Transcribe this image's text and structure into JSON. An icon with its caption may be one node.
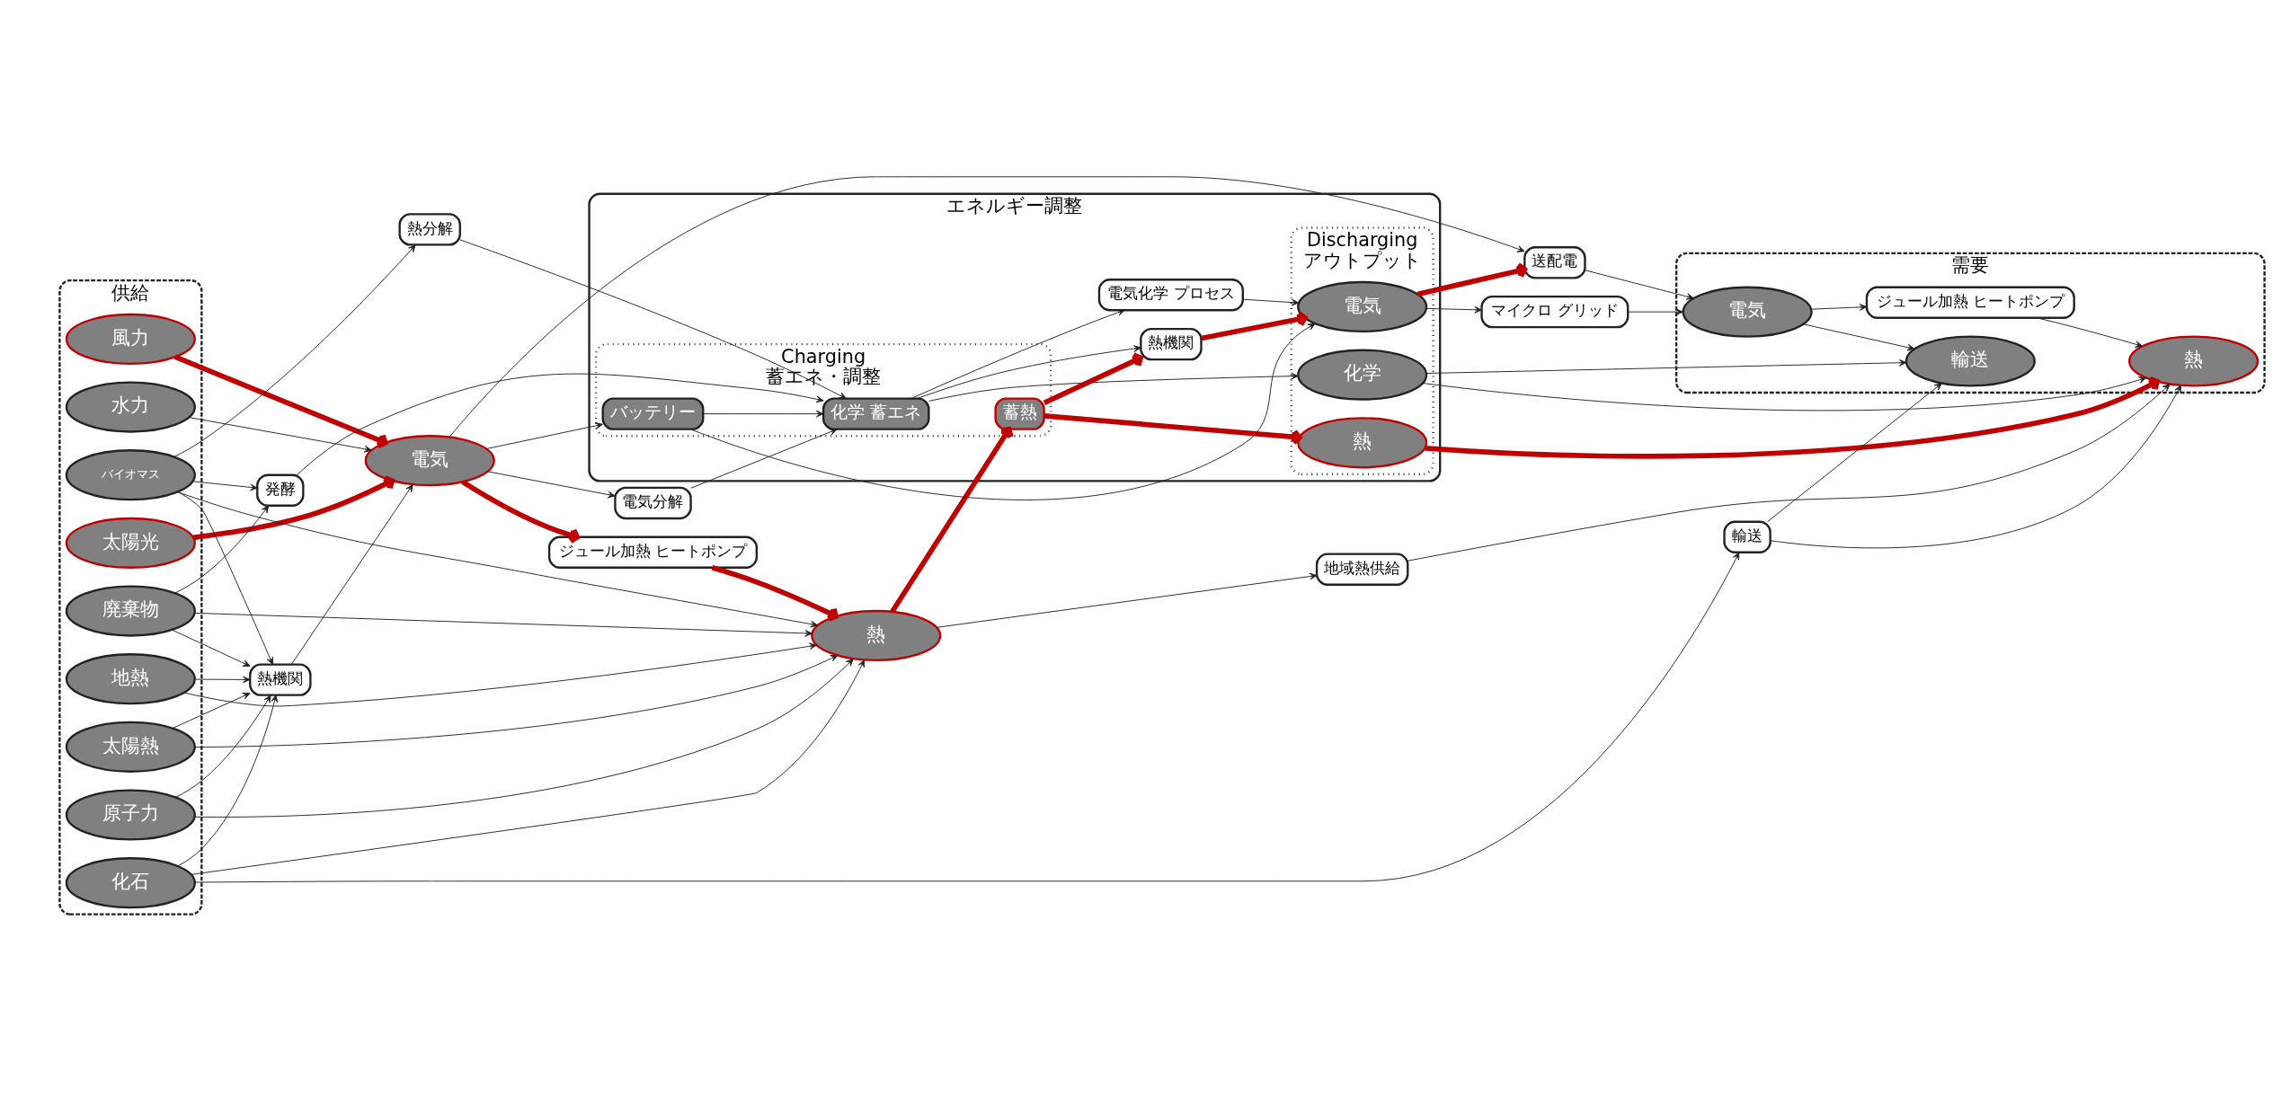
{
  "diagram": {
    "nodes": [
      {
        "text": [
          "供給"
        ]
      },
      {
        "text": [
          "太陽熱"
        ],
        "in": 0
      },
      {
        "text": [
          "太陽光"
        ],
        "in": 0
      },
      {
        "text": [
          "風力"
        ],
        "in": 0
      },
      {
        "text": [
          "バイオマス"
        ],
        "in": 0
      },
      {
        "text": [
          "水力"
        ],
        "in": 0
      },
      {
        "text": [
          "地熱"
        ],
        "in": 0
      },
      {
        "text": [
          "化石"
        ],
        "in": 0
      },
      {
        "text": [
          "廃棄物"
        ],
        "in": 0
      },
      {
        "text": [
          "原子力"
        ],
        "in": 0
      },
      {
        "text": [
          "熱機関"
        ]
      },
      {
        "text": [
          "電気"
        ]
      },
      {
        "text": [
          "電気分解"
        ]
      },
      {
        "text": [
          "ジュール加熱 ヒートポンプ"
        ]
      },
      {
        "text": [
          "熱分解"
        ]
      },
      {
        "text": [
          "発酵"
        ]
      },
      {
        "text": [
          "熱"
        ]
      },
      {
        "text": [
          "エネルギー調整"
        ]
      },
      {
        "text": [
          "Charging",
          "蓄エネ・調整"
        ],
        "in": 17
      },
      {
        "text": [
          "バッテリー"
        ],
        "in": 18
      },
      {
        "text": [
          "化学 蓄エネ"
        ],
        "in": 18
      },
      {
        "text": [
          "蓄熱"
        ],
        "in": 18
      },
      {
        "text": [
          "電気化学 プロセス"
        ],
        "in": 17
      },
      {
        "text": [
          "熱機関"
        ],
        "in": 17
      },
      {
        "text": [
          "Discharging",
          "アウトプット"
        ],
        "in": 17
      },
      {
        "text": [
          "電気"
        ],
        "in": 24
      },
      {
        "text": [
          "化学"
        ],
        "in": 24
      },
      {
        "text": [
          "熱"
        ],
        "in": 24
      },
      {
        "text": [
          "送配電"
        ]
      },
      {
        "text": [
          "マイクロ グリッド"
        ]
      },
      {
        "text": [
          "輸送"
        ]
      },
      {
        "text": [
          "地域熱供給"
        ]
      },
      {
        "text": [
          "需要"
        ]
      },
      {
        "text": [
          "電気"
        ],
        "in": 32
      },
      {
        "text": [
          "ジュール加熱 ヒートポンプ"
        ],
        "in": 32
      },
      {
        "text": [
          "熱"
        ],
        "in": 32
      },
      {
        "text": [
          "輸送"
        ],
        "in": 32
      }
    ],
    "edges": [
      {
        "from": 1,
        "to": 10,
        "arrow": "to"
      },
      {
        "from": 1,
        "to": 16,
        "arrow": "to"
      },
      {
        "from": 2,
        "to": 11,
        "arrow": "to",
        "style": "thick",
        "color": "#c00000"
      },
      {
        "from": 3,
        "to": 11,
        "arrow": "to",
        "style": "thick",
        "color": "#c00000"
      },
      {
        "from": 4,
        "to": 10,
        "arrow": "to"
      },
      {
        "from": 4,
        "to": 14,
        "arrow": "to"
      },
      {
        "from": 4,
        "to": 15,
        "arrow": "to"
      },
      {
        "from": 4,
        "to": 16,
        "arrow": "to"
      },
      {
        "from": 5,
        "to": 11,
        "arrow": "to"
      },
      {
        "from": 6,
        "to": 10,
        "arrow": "to"
      },
      {
        "from": 6,
        "to": 16,
        "arrow": "to"
      },
      {
        "from": 7,
        "to": 10,
        "arrow": "to"
      },
      {
        "from": 7,
        "to": 16,
        "arrow": "to"
      },
      {
        "from": 7,
        "to": 30,
        "arrow": "to"
      },
      {
        "from": 8,
        "to": 10,
        "arrow": "to"
      },
      {
        "from": 8,
        "to": 15,
        "arrow": "to"
      },
      {
        "from": 8,
        "to": 16,
        "arrow": "to"
      },
      {
        "from": 9,
        "to": 10,
        "arrow": "to"
      },
      {
        "from": 9,
        "to": 16,
        "arrow": "to"
      },
      {
        "from": 10,
        "to": 11,
        "arrow": "to"
      },
      {
        "from": 11,
        "to": 28,
        "arrow": "to"
      },
      {
        "from": 11,
        "to": 12,
        "arrow": "to"
      },
      {
        "from": 11,
        "to": 19,
        "arrow": "to"
      },
      {
        "from": 11,
        "to": 13,
        "arrow": "to",
        "style": "thick",
        "color": "#c00000"
      },
      {
        "from": 13,
        "to": 16,
        "arrow": "to",
        "style": "thick",
        "color": "#c00000"
      },
      {
        "from": 12,
        "to": 20,
        "arrow": "to"
      },
      {
        "from": 14,
        "to": 20,
        "arrow": "to"
      },
      {
        "from": 15,
        "to": 20,
        "arrow": "to"
      },
      {
        "from": 16,
        "to": 21,
        "arrow": "to",
        "style": "thick",
        "color": "#c00000"
      },
      {
        "from": 16,
        "to": 31,
        "arrow": "to"
      },
      {
        "from": 19,
        "to": 20,
        "arrow": "to"
      },
      {
        "from": 19,
        "to": 25,
        "arrow": "to"
      },
      {
        "from": 20,
        "to": 22,
        "arrow": "to"
      },
      {
        "from": 20,
        "to": 23,
        "arrow": "to"
      },
      {
        "from": 20,
        "to": 26,
        "arrow": "to"
      },
      {
        "from": 21,
        "to": 23,
        "arrow": "to",
        "style": "thick",
        "color": "#c00000"
      },
      {
        "from": 21,
        "to": 27,
        "arrow": "to",
        "style": "thick",
        "color": "#c00000"
      },
      {
        "from": 22,
        "to": 25,
        "arrow": "to"
      },
      {
        "from": 23,
        "to": 25,
        "arrow": "to",
        "style": "thick",
        "color": "#c00000"
      },
      {
        "from": 25,
        "to": 28,
        "arrow": "to",
        "style": "thick",
        "color": "#c00000"
      },
      {
        "from": 25,
        "to": 29,
        "arrow": "to"
      },
      {
        "from": 26,
        "to": 35,
        "arrow": "to"
      },
      {
        "from": 26,
        "to": 36,
        "arrow": "to"
      },
      {
        "from": 27,
        "to": 35,
        "arrow": "to",
        "style": "thick",
        "color": "#c00000"
      },
      {
        "from": 28,
        "to": 33,
        "arrow": "to"
      },
      {
        "from": 29,
        "to": 33,
        "arrow": "to"
      },
      {
        "from": 30,
        "to": 35,
        "arrow": "to"
      },
      {
        "from": 30,
        "to": 36,
        "arrow": "to"
      },
      {
        "from": 31,
        "to": 35,
        "arrow": "to"
      },
      {
        "from": 33,
        "to": 34,
        "arrow": "to"
      },
      {
        "from": 33,
        "to": 36,
        "arrow": "to"
      },
      {
        "from": 34,
        "to": 35,
        "arrow": "to"
      }
    ]
  }
}
